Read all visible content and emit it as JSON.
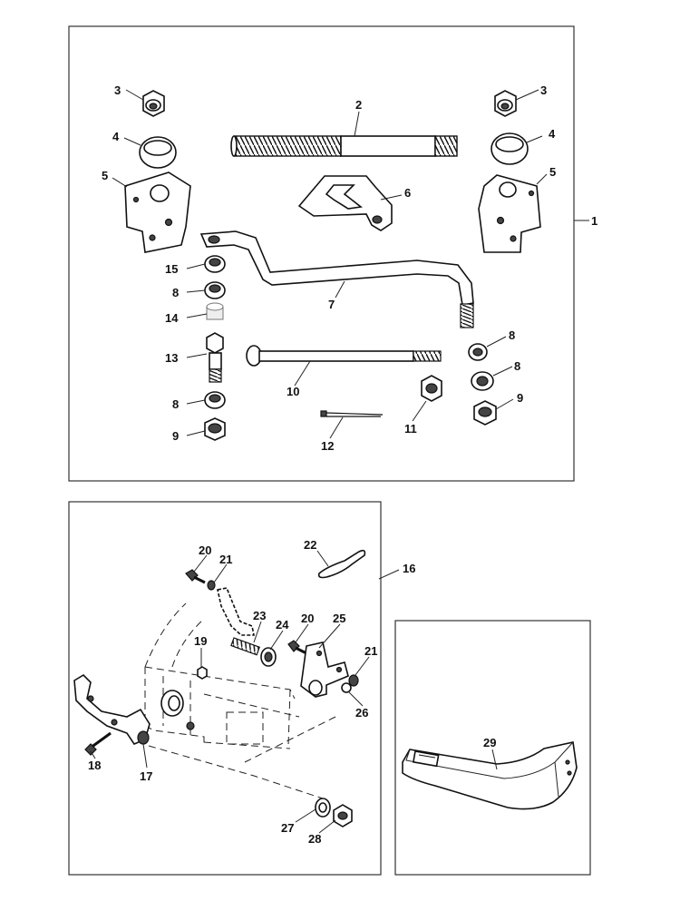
{
  "callouts": {
    "c1": "1",
    "c2": "2",
    "c3a": "3",
    "c3b": "3",
    "c4a": "4",
    "c4b": "4",
    "c5a": "5",
    "c5b": "5",
    "c6": "6",
    "c7": "7",
    "c8a": "8",
    "c8b": "8",
    "c8c": "8",
    "c8d": "8",
    "c9a": "9",
    "c9b": "9",
    "c10": "10",
    "c11": "11",
    "c12": "12",
    "c13": "13",
    "c14": "14",
    "c15": "15",
    "c16": "16",
    "c17": "17",
    "c18": "18",
    "c19": "19",
    "c20a": "20",
    "c20b": "20",
    "c21a": "21",
    "c21b": "21",
    "c22": "22",
    "c23": "23",
    "c24": "24",
    "c25": "25",
    "c26": "26",
    "c27": "27",
    "c28": "28",
    "c29": "29"
  }
}
